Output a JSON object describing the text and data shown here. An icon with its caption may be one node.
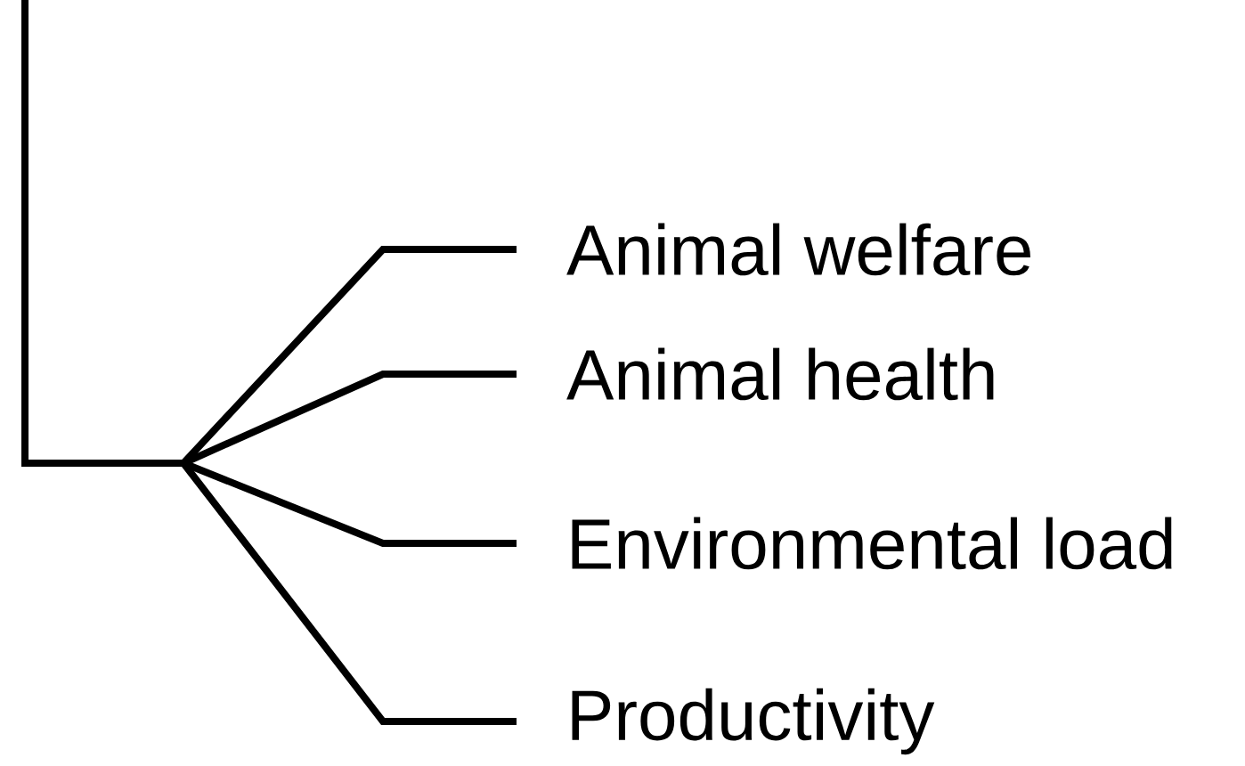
{
  "diagram": {
    "nodes": [
      {
        "text": [
          "Animal welfare"
        ]
      },
      {
        "text": [
          "Animal health"
        ]
      },
      {
        "text": [
          "Environmental load"
        ]
      },
      {
        "text": [
          "Productivity"
        ]
      }
    ],
    "edges": [
      {
        "from": null,
        "to": 0,
        "arrow": "none"
      },
      {
        "from": null,
        "to": 1,
        "arrow": "none"
      },
      {
        "from": null,
        "to": 2,
        "arrow": "none"
      },
      {
        "from": null,
        "to": 3,
        "arrow": "none"
      }
    ]
  }
}
